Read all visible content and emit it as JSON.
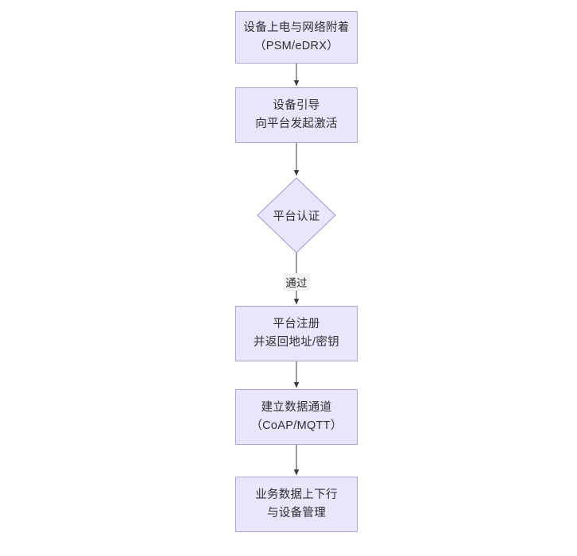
{
  "diagram": {
    "type": "flowchart",
    "orientation": "top-to-bottom",
    "title": "",
    "theme": {
      "node_fill": "#e9e6fb",
      "node_border": "#b39ddb",
      "node_text": "#2f2f33",
      "edge_line": "#4a4a4f",
      "edge_label_bg": "#f2f2f2",
      "canvas_bg": "#ffffff"
    },
    "nodes": [
      {
        "id": "n1",
        "shape": "rect",
        "lines": [
          "设备上电与网络附着",
          "（PSM/eDRX）"
        ]
      },
      {
        "id": "n2",
        "shape": "rect",
        "lines": [
          "设备引导",
          "向平台发起激活"
        ]
      },
      {
        "id": "n3",
        "shape": "diamond",
        "lines": [
          "平台认证"
        ]
      },
      {
        "id": "n4",
        "shape": "rect",
        "lines": [
          "平台注册",
          "并返回地址/密钥"
        ]
      },
      {
        "id": "n5",
        "shape": "rect",
        "lines": [
          "建立数据通道",
          "（CoAP/MQTT）"
        ]
      },
      {
        "id": "n6",
        "shape": "rect",
        "lines": [
          "业务数据上下行",
          "与设备管理"
        ]
      }
    ],
    "edges": [
      {
        "id": "e1",
        "from": "n1",
        "to": "n2",
        "label": ""
      },
      {
        "id": "e2",
        "from": "n2",
        "to": "n3",
        "label": ""
      },
      {
        "id": "e3",
        "from": "n3",
        "to": "n4",
        "label": "通过"
      },
      {
        "id": "e4",
        "from": "n4",
        "to": "n5",
        "label": ""
      },
      {
        "id": "e5",
        "from": "n5",
        "to": "n6",
        "label": ""
      }
    ]
  }
}
